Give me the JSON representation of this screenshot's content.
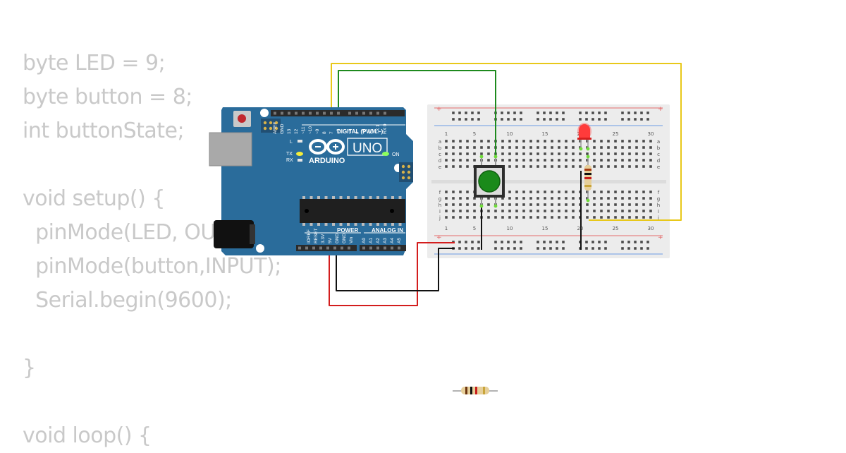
{
  "code": {
    "lines": [
      "byte LED = 9;",
      "byte button = 8;",
      "int buttonState;",
      "",
      "void setup() {",
      "  pinMode(LED, OUTPUT);",
      "  pinMode(button,INPUT);",
      "  Serial.begin(9600);",
      "",
      "}",
      "",
      "void loop() {"
    ]
  },
  "arduino": {
    "logo": "ARDUINO",
    "model": "UNO",
    "digital_header": "DIGITAL (PWM ~)",
    "power_header": "POWER",
    "analog_header": "ANALOG IN",
    "on_label": "ON",
    "tx_label": "TX",
    "rx_label": "RX",
    "l_label": "L",
    "digital_pins": [
      "AREF",
      "GND",
      "13",
      "12",
      "~11",
      "~10",
      "~9",
      "8",
      "7",
      "~6",
      "~5",
      "4",
      "~3",
      "2",
      "TX 1",
      "RX 0"
    ],
    "power_pins": [
      "IOREF",
      "RESET",
      "3.3V",
      "5V",
      "GND",
      "GND",
      "Vin"
    ],
    "analog_pins": [
      "A0",
      "A1",
      "A2",
      "A3",
      "A4",
      "A5"
    ]
  },
  "breadboard": {
    "col_numbers": [
      "1",
      "5",
      "10",
      "15",
      "20",
      "25",
      "30"
    ],
    "row_letters_top": [
      "a",
      "b",
      "c",
      "d",
      "e"
    ],
    "row_letters_bottom": [
      "f",
      "g",
      "h",
      "i",
      "j"
    ],
    "plus": "+",
    "minus": "−"
  },
  "colors": {
    "code_text": "#c9c9c9",
    "board": "#2a6c9b",
    "breadboard": "#ececec",
    "wire_yellow": "#e8c81a",
    "wire_green": "#1e8a1e",
    "wire_red": "#d31d1d",
    "wire_black": "#111111",
    "led_red": "#ff2b2b",
    "button_green": "#1a8a1a"
  }
}
